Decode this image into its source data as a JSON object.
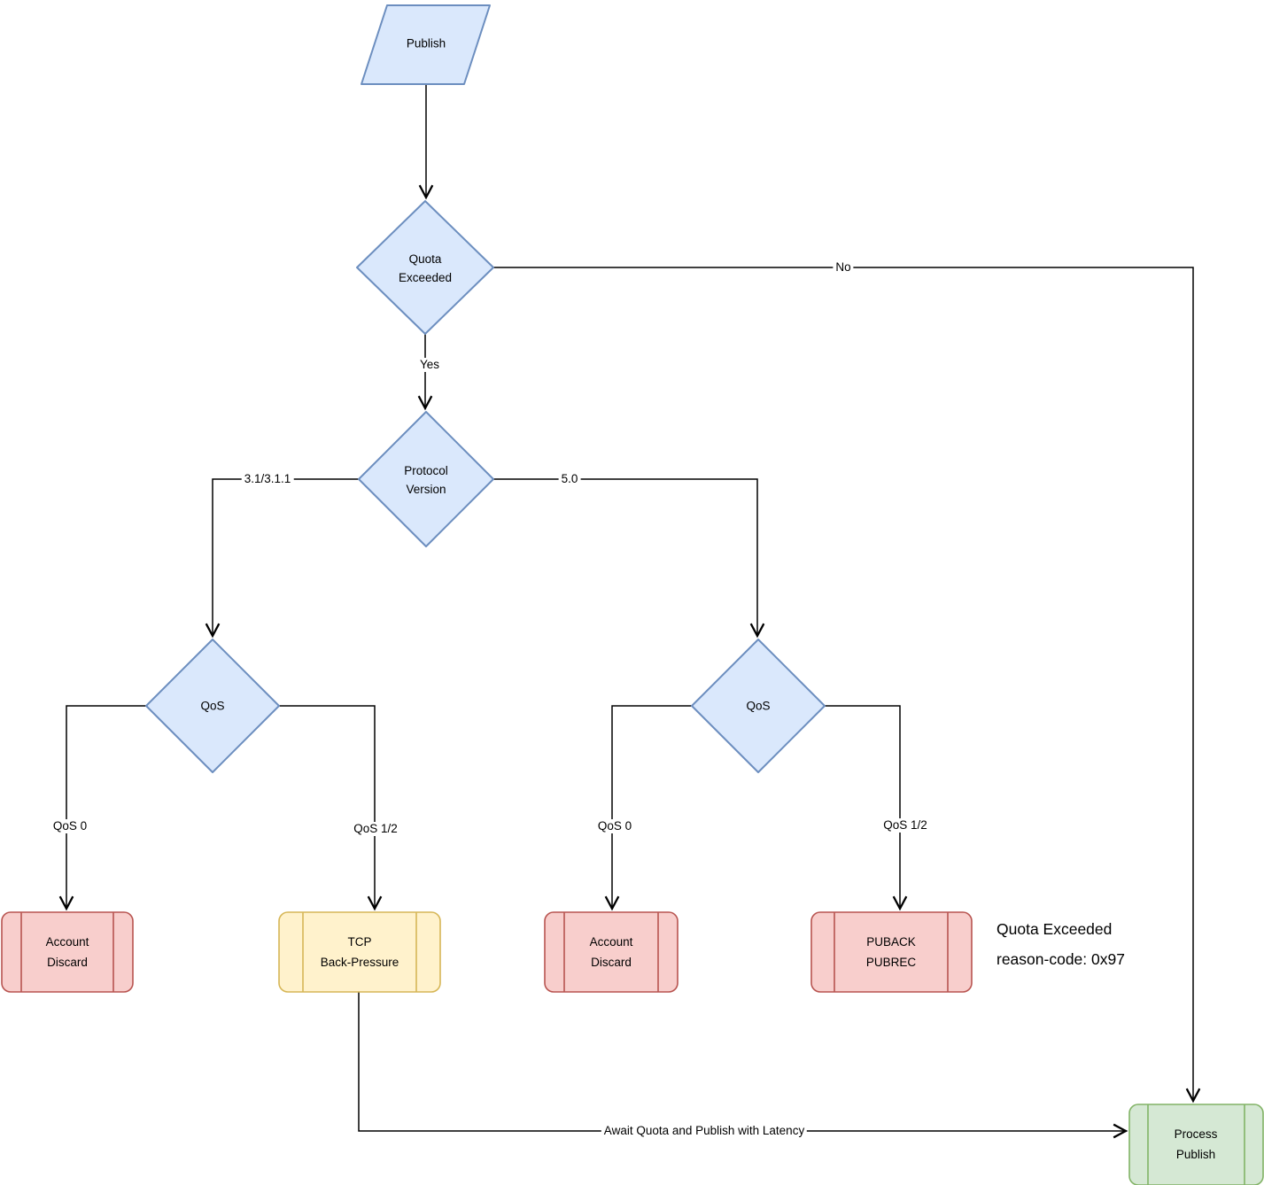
{
  "nodes": {
    "publish": {
      "label": "Publish"
    },
    "quota_exceeded": {
      "line1": "Quota",
      "line2": "Exceeded"
    },
    "protocol_version": {
      "line1": "Protocol",
      "line2": "Version"
    },
    "qos_31": {
      "label": "QoS"
    },
    "qos_50": {
      "label": "QoS"
    },
    "account_discard_31": {
      "line1": "Account",
      "line2": "Discard"
    },
    "tcp_back_pressure": {
      "line1": "TCP",
      "line2": "Back-Pressure"
    },
    "account_discard_50": {
      "line1": "Account",
      "line2": "Discard"
    },
    "puback_pubrec": {
      "line1": "PUBACK",
      "line2": "PUBREC"
    },
    "process_publish": {
      "line1": "Process",
      "line2": "Publish"
    }
  },
  "edge_labels": {
    "no": "No",
    "yes": "Yes",
    "protocol_31": "3.1/3.1.1",
    "protocol_50": "5.0",
    "qos0_31": "QoS 0",
    "qos12_31": "QoS 1/2",
    "qos0_50": "QoS 0",
    "qos12_50": "QoS 1/2",
    "await_quota": "Await Quota and Publish with Latency"
  },
  "annotation": {
    "line1": "Quota Exceeded",
    "line2": "reason-code: 0x97"
  },
  "colors": {
    "decision_fill": "#dae8fc",
    "decision_stroke": "#6c8ebf",
    "discard_fill": "#f8cecc",
    "discard_stroke": "#b85450",
    "backpressure_fill": "#fff2cc",
    "backpressure_stroke": "#d6b656",
    "process_fill": "#d5e8d4",
    "process_stroke": "#82b366",
    "edge_stroke": "#000000"
  }
}
